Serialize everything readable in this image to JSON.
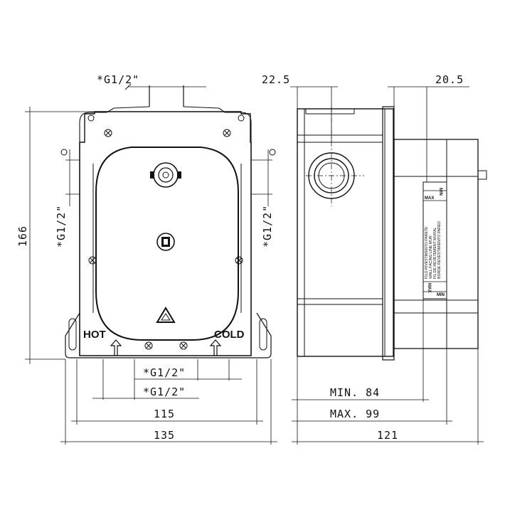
{
  "front_view": {
    "dim_top_thread": "*G1/2\"",
    "dim_left_thread": "*G1/2\"",
    "dim_right_thread": "*G1/2\"",
    "dim_height": "166",
    "label_hot": "HOT",
    "label_cold": "COLD",
    "dim_outlet_a": "*G1/2\"",
    "dim_outlet_b": "*G1/2\"",
    "dim_inner_width": "115",
    "dim_outer_width": "135"
  },
  "side_view": {
    "dim_front_offset": "22.5",
    "dim_back_offset": "20.5",
    "dim_min_depth": "MIN. 84",
    "dim_max_depth": "MAX. 99",
    "dim_total_depth": "121",
    "wall_label": {
      "min_top": "MIN",
      "max_top": "MAX",
      "max_bottom": "MAX",
      "min_bottom": "MIN",
      "notes": [
        "FILO RIVESTIMENTO PARETE",
        "WALL FACING LINE MUR",
        "FIL DE REVETEMENT MURAL",
        "BORDE REVESTIMIENTO PARED"
      ]
    }
  }
}
